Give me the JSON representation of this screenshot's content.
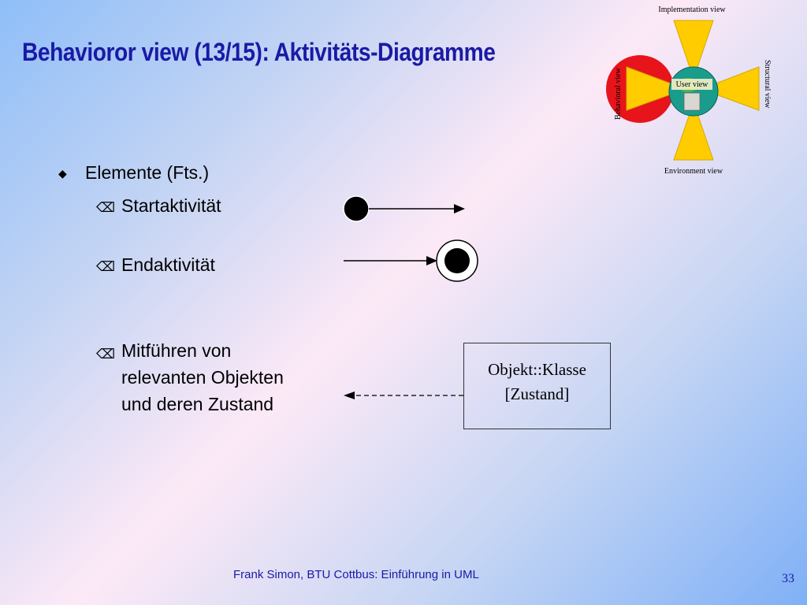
{
  "slide": {
    "title": "Behavioror view (13/15): Aktivitäts-Diagramme",
    "bullet": "Elemente (Fts.)",
    "items": [
      {
        "label": "Startaktivität"
      },
      {
        "label": "Endaktivität"
      },
      {
        "label_lines": [
          "Mitführen von",
          "relevanten Objekten",
          "und deren Zustand"
        ]
      }
    ],
    "object_box": {
      "line1": "Objekt::Klasse",
      "line2": "[Zustand]"
    },
    "footer": "Frank Simon, BTU Cottbus: Einführung in UML",
    "page_number": "33"
  },
  "view_diagram": {
    "implementation": "Implementation view",
    "structural": "Structural view",
    "environment": "Environment view",
    "behavioral": "Behavioral view",
    "user": "User view"
  },
  "colors": {
    "title": "#1a1aa6",
    "behavioral_circle": "#e8141b",
    "view_bowtie": "#ffcc00",
    "globe": "#1a9c8c"
  },
  "icons": {
    "bullet": "diamond-bullet-icon",
    "sub_bullet": "erase-left-icon"
  }
}
